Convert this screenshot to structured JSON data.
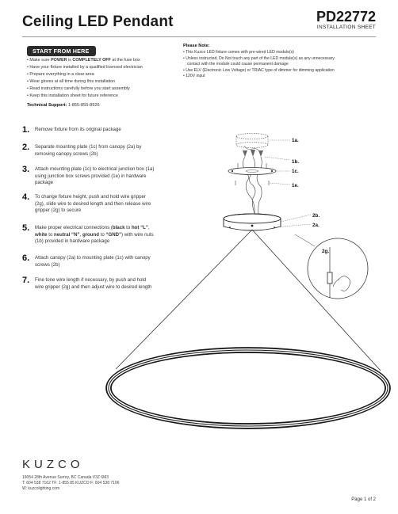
{
  "header": {
    "title": "Ceiling LED Pendant",
    "model": "PD22772",
    "sheet_label": "INSTALLATION SHEET"
  },
  "start": {
    "badge": "START FROM HERE",
    "items": [
      "Make sure POWER is COMPLETELY OFF at the fuse box",
      "Have your fixture installed by a qualified licensed electrician",
      "Prepare everything in a clear area",
      "Wear gloves at all time during this installation",
      "Read instructions carefully before you start assembly",
      "Keep this installation sheet for future reference"
    ],
    "support_label": "Technical Support:",
    "support_phone": "1-855-855-8926"
  },
  "notes": {
    "title": "Please Note:",
    "items": [
      "This Kuzco LED fixture comes with pre-wired LED module(s)",
      "Unless instructed, Do Not touch any part of the LED module(s) as any unnecessary",
      "contact with the module could cause permanent damage",
      "Use ELV (Electronic Low Voltage) or TRIAC type of dimmer for dimming application",
      "120V input"
    ]
  },
  "steps": [
    {
      "num": "1.",
      "lines": [
        "Remove fixture from its original package"
      ]
    },
    {
      "num": "2.",
      "lines": [
        "Separate mounting plate (1c) from canopy (2a) by",
        "removing canopy screws (2b)"
      ]
    },
    {
      "num": "3.",
      "lines": [
        "Attach mounting plate (1c) to electrical junction box (1a)",
        "using junction box screws provided (1e) in hardware",
        "package"
      ]
    },
    {
      "num": "4.",
      "lines": [
        "To change fixture height, push and hold wire gripper",
        "(2g), slide wire to desired length and then release wire",
        "gripper (2g) to secure"
      ]
    },
    {
      "num": "5.",
      "lines": [
        "Make proper electrical connections (black to hot “L”,",
        "white to neutral “N”, ground to “GND”) with wire nuts",
        "(1b) provided in hardware package"
      ]
    },
    {
      "num": "6.",
      "lines": [
        "Attach canopy (2a) to mounting plate (1c) with canopy",
        "screws (2b)"
      ]
    },
    {
      "num": "7.",
      "lines": [
        "Fine tone wire length if necessary, by push and hold",
        "wire gripper (2g) and then adjust wire to desired length"
      ]
    }
  ],
  "callouts": {
    "c1a": "1a.",
    "c1b": "1b.",
    "c1c": "1c.",
    "c1e": "1e.",
    "c2b": "2b.",
    "c2a": "2a.",
    "c2g": "2g."
  },
  "footer": {
    "logo": "KUZCO",
    "address": "19054 28th Avenue Surrey, BC Canada V3Z 6M3",
    "phones": "T: 604 538 7162  TF: 1-855 85 KUZCO F: 604 538 7196",
    "web": "W: kuzcolighting.com",
    "page": "Page 1 of 2"
  }
}
